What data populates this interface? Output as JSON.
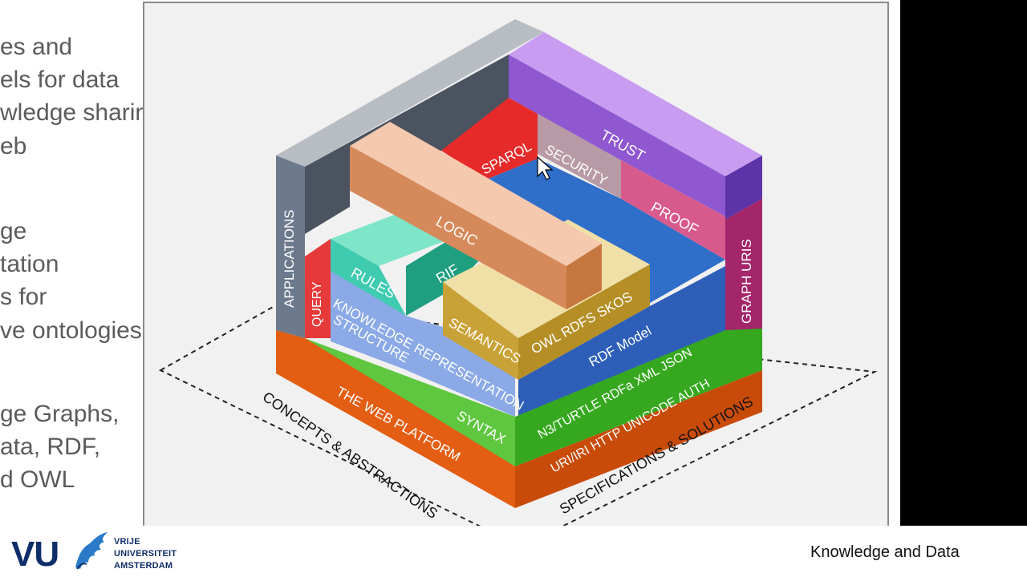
{
  "left_text_lines": [
    "es and",
    "els for data",
    "wledge sharing",
    "eb",
    "ge",
    "tation",
    "s for",
    "ve ontologies",
    "ge Graphs,",
    "ata, RDF,",
    "d OWL"
  ],
  "diagram": {
    "labels": {
      "trust": "TRUST",
      "security": "SECURITY",
      "sparql": "SPARQL",
      "proof": "PROOF",
      "graph_uris": "GRAPH URIS",
      "applications": "APPLICATIONS",
      "logic": "LOGIC",
      "rules": "RULES",
      "rif": "RIF",
      "query": "QUERY",
      "semantics": "SEMANTICS",
      "owl_rdfs_skos": "OWL  RDFS  SKOS",
      "rdf_model": "RDF Model",
      "knowledge_representation": "KNOWLEDGE REPRESENTATION",
      "structure": "STRUCTURE",
      "syntax": "SYNTAX",
      "n3_turtle": "N3/TURTLE  RDFa  XML  JSON",
      "web_platform": "THE WEB PLATFORM",
      "uri_iri": "URI/IRI  HTTP  UNICODE  AUTH",
      "concepts_abstractions": "CONCEPTS & ABSTRACTIONS",
      "specifications_solutions": "SPECIFICATIONS & SOLUTIONS"
    }
  },
  "footer": {
    "logo_text": "VU",
    "university_lines": [
      "VRIJE",
      "UNIVERSITEIT",
      "AMSTERDAM"
    ],
    "course_title": "Knowledge and Data"
  }
}
